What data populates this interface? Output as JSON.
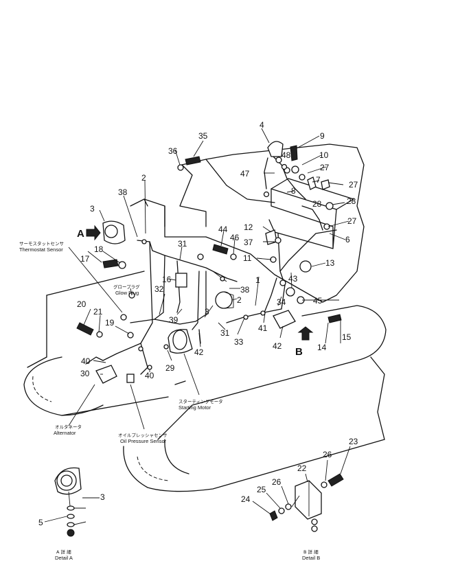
{
  "callouts": {
    "n1": "1",
    "n2": "2",
    "n2b": "2",
    "n3": "3",
    "n3b": "3",
    "n3c": "3",
    "n4": "4",
    "n5": "5",
    "n6": "6",
    "n7": "7",
    "n8": "8",
    "n9": "9",
    "n10": "10",
    "n11": "11",
    "n12": "12",
    "n13": "13",
    "n14": "14",
    "n15": "15",
    "n16": "16",
    "n17": "17",
    "n18": "18",
    "n19": "19",
    "n20": "20",
    "n21": "21",
    "n22": "22",
    "n23": "23",
    "n24": "24",
    "n25": "25",
    "n26": "26",
    "n26b": "26",
    "n27a": "27",
    "n27b": "27",
    "n27c": "27",
    "n28a": "28",
    "n28b": "28",
    "n29": "29",
    "n30": "30",
    "n31a": "31",
    "n31b": "31",
    "n32": "32",
    "n33": "33",
    "n34": "34",
    "n35": "35",
    "n36": "36",
    "n37": "37",
    "n38a": "38",
    "n38b": "38",
    "n39": "39",
    "n40a": "40",
    "n40b": "40",
    "n41": "41",
    "n42a": "42",
    "n42b": "42",
    "n43": "43",
    "n44": "44",
    "n45": "45",
    "n46": "46",
    "n47": "47",
    "n48": "48"
  },
  "markers": {
    "a": "A",
    "b": "B"
  },
  "labels": {
    "thermostat_jp": "サーモスタットセンサ",
    "thermostat_en": "Thermostat Sensor",
    "glow_jp": "グロープラグ",
    "glow_en": "Glow Plug",
    "starting_jp": "スターティングモータ",
    "starting_en": "Starting Motor",
    "alternator_jp": "オルタネータ",
    "alternator_en": "Alternator",
    "oil_jp": "オイルプレッシャセンサ",
    "oil_en": "Oil Pressure Sensor",
    "detail_a_jp": "A 詳 細",
    "detail_a_en": "Detail A",
    "detail_b_jp": "B 詳 細",
    "detail_b_en": "Detail B"
  }
}
